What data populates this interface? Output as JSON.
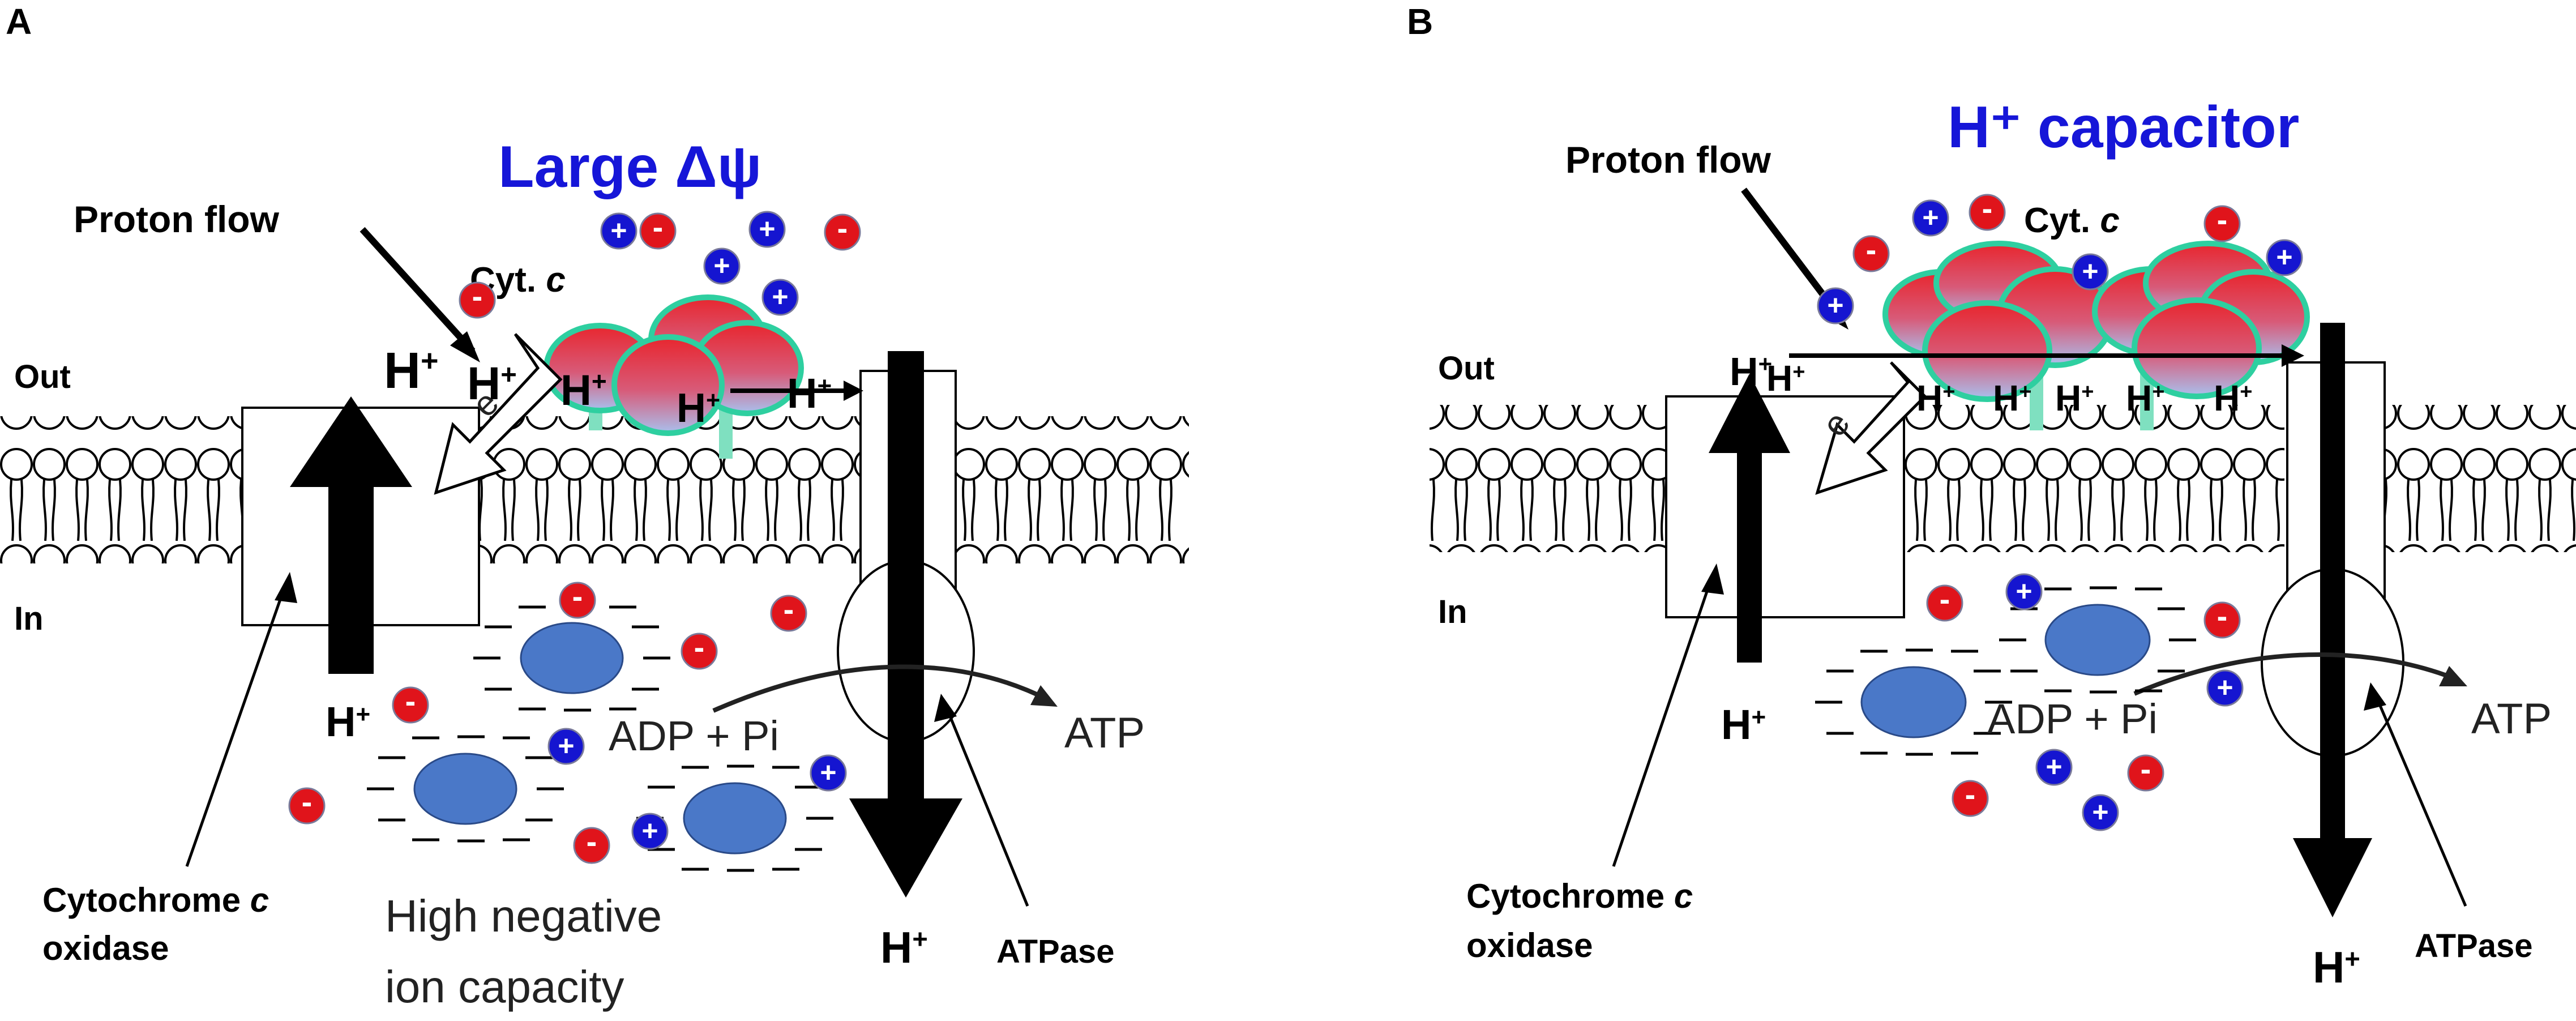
{
  "panels": [
    {
      "letter": "A",
      "title": "Large Δψ",
      "proton_flow": "Proton flow",
      "cyt_c_prefix": "Cyt.",
      "cyt_c_italic": "c",
      "out": "Out",
      "in": "In",
      "h_plus": "H",
      "plus_sup": "+",
      "electron": "e",
      "adp_pi": "ADP + Pi",
      "atp": "ATP",
      "atpase": "ATPase",
      "oxidase_line1_prefix": "Cytochrome",
      "oxidase_line1_italic": "c",
      "oxidase_line2": "oxidase",
      "capacity_line1": "High negative",
      "capacity_line2": "ion capacity",
      "plus_sign": "+",
      "minus_sign": "-"
    },
    {
      "letter": "B",
      "title": "H⁺ capacitor",
      "proton_flow": "Proton flow",
      "cyt_c_prefix": "Cyt.",
      "cyt_c_italic": "c",
      "out": "Out",
      "in": "In",
      "h_plus": "H",
      "plus_sup": "+",
      "electron": "e",
      "adp_pi": "ADP + Pi",
      "atp": "ATP",
      "atpase": "ATPase",
      "oxidase_line1_prefix": "Cytochrome",
      "oxidase_line1_italic": "c",
      "oxidase_line2": "oxidase",
      "plus_sign": "+",
      "minus_sign": "-"
    }
  ],
  "colors": {
    "title": "#1616d8",
    "cation": "#1515d0",
    "anion": "#e0141b",
    "protein_top": "#e8262e",
    "protein_bottom": "#9fb4e8",
    "protein_outline": "#2ecfa0",
    "ion_blob": "#4a78c8",
    "stem": "#7fe0c0"
  }
}
